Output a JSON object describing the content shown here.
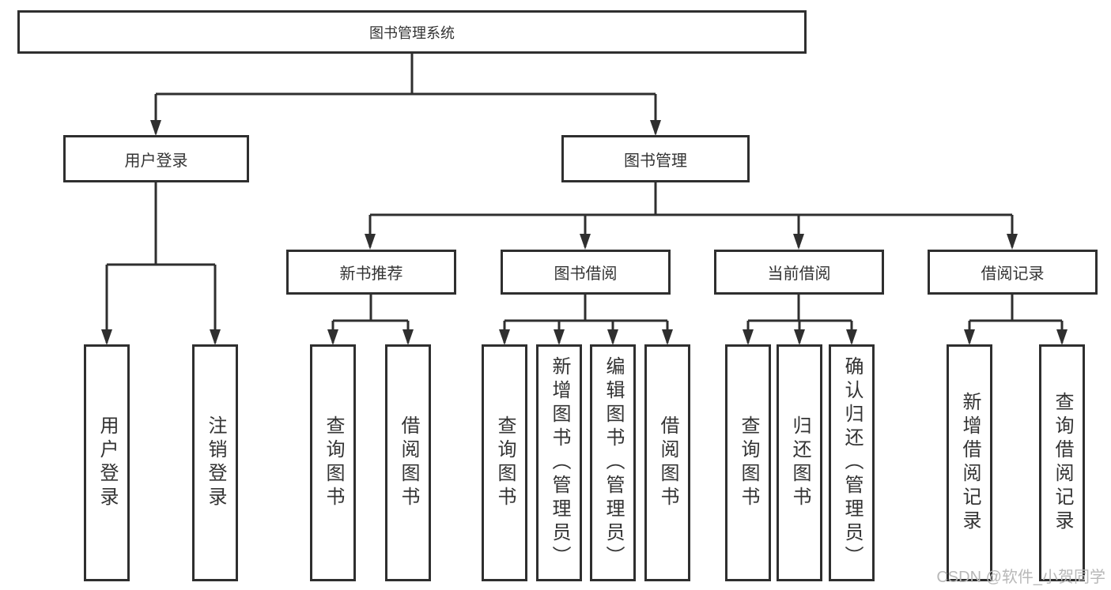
{
  "diagram": {
    "root": {
      "label": "图书管理系统"
    },
    "level2": [
      {
        "label": "用户登录"
      },
      {
        "label": "图书管理"
      }
    ],
    "level3": [
      {
        "label": "新书推荐"
      },
      {
        "label": "图书借阅"
      },
      {
        "label": "当前借阅"
      },
      {
        "label": "借阅记录"
      }
    ],
    "leaves": {
      "user_login": [
        "用户登录",
        "注销登录"
      ],
      "new_book": [
        "查询图书",
        "借阅图书"
      ],
      "borrow": [
        "查询图书",
        "新增图书（管理员）",
        "编辑图书（管理员）",
        "借阅图书"
      ],
      "current": [
        "查询图书",
        "归还图书",
        "确认归还（管理员）"
      ],
      "records": [
        "新增借阅记录",
        "查询借阅记录"
      ]
    }
  },
  "watermark": {
    "text": "CSDN @软件_小贺同学"
  },
  "colors": {
    "line": "#2f2f2f",
    "text": "#333333",
    "watermark": "#b8b8b8",
    "background": "#ffffff"
  }
}
